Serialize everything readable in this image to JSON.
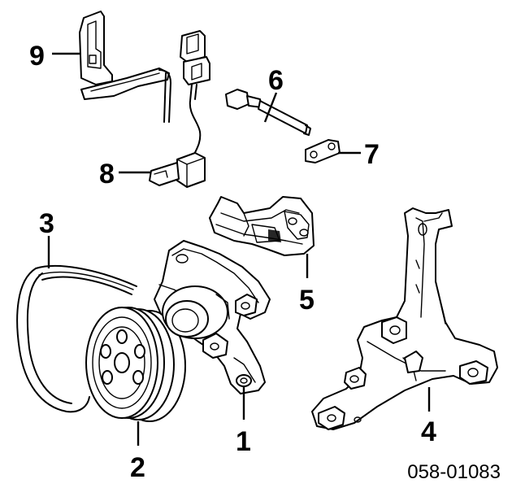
{
  "callouts": [
    {
      "id": "1",
      "label": "1"
    },
    {
      "id": "2",
      "label": "2"
    },
    {
      "id": "3",
      "label": "3"
    },
    {
      "id": "4",
      "label": "4"
    },
    {
      "id": "5",
      "label": "5"
    },
    {
      "id": "6",
      "label": "6"
    },
    {
      "id": "7",
      "label": "7"
    },
    {
      "id": "8",
      "label": "8"
    },
    {
      "id": "9",
      "label": "9"
    }
  ],
  "diagram_number": "058-01083"
}
